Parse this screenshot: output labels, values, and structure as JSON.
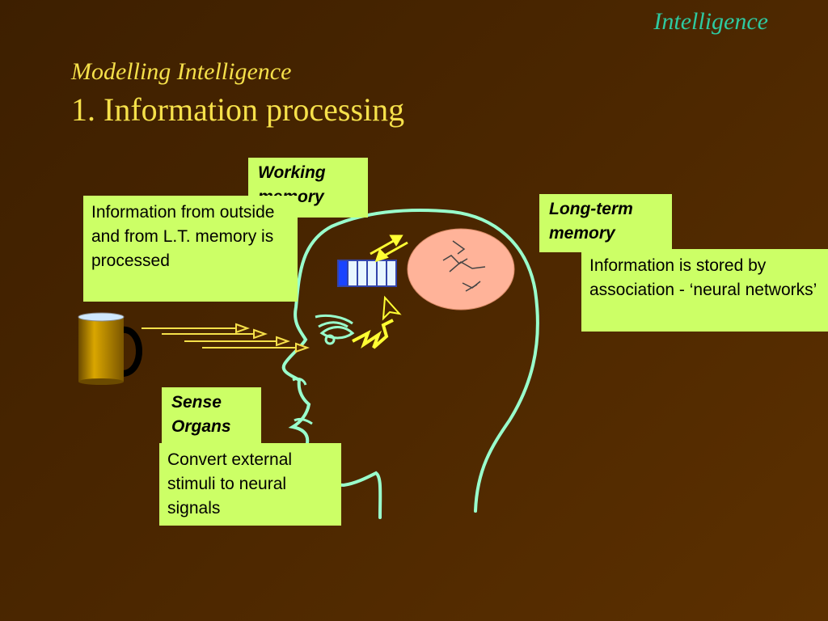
{
  "header": {
    "section": "Intelligence",
    "subtitle": "Modelling Intelligence",
    "title": "1. Information processing"
  },
  "labels": {
    "working_memory": "Working memory",
    "long_term_memory": "Long-term memory",
    "sense_organs": "Sense Organs"
  },
  "descriptions": {
    "working_memory": "Information from outside and from L.T. memory is processed",
    "long_term_memory": "Information is stored by association - ‘neural networks’",
    "sense_organs": "Convert external stimuli to neural signals"
  },
  "colors": {
    "background": "#4a2600",
    "box": "#ccff66",
    "head_outline": "#99ffcc",
    "title": "#f5e04a",
    "section": "#2ec9a0",
    "memory_blob": "#ffb399"
  }
}
